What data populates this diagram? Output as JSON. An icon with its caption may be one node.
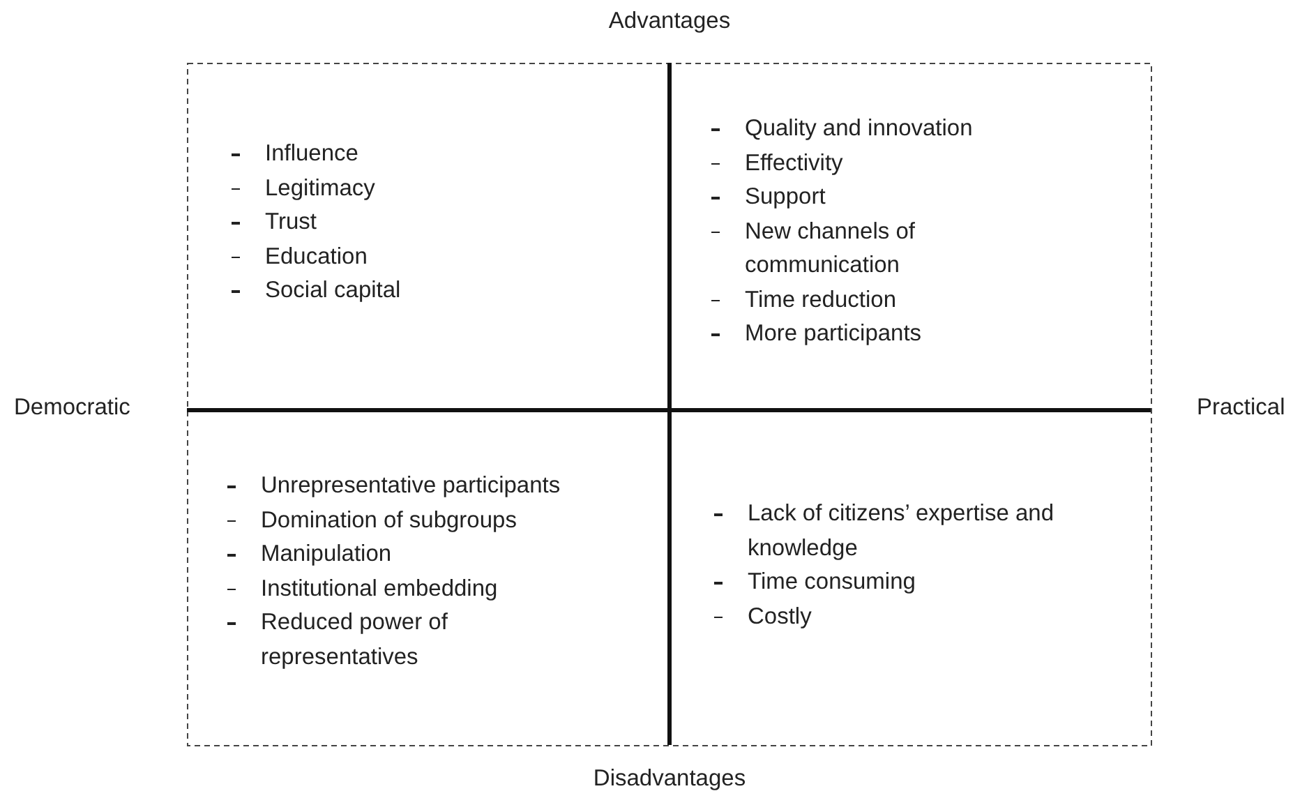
{
  "diagram": {
    "nodes": [
      {
        "text": [
          "Influence",
          "Legitimacy",
          "Trust",
          "Education",
          "Social capital"
        ]
      },
      {
        "text": [
          "Quality and innovation",
          "Effectivity",
          "Support",
          "New channels of communication",
          "Time reduction",
          "More participants"
        ]
      },
      {
        "text": [
          "Unrepresentative participants",
          "Domination of subgroups",
          "Manipulation",
          "Institutional embedding",
          "Reduced power of representatives"
        ]
      },
      {
        "text": [
          "Lack of citizens’ expertise and knowledge",
          "Time consuming",
          "Costly"
        ]
      }
    ],
    "labels": [
      "Advantages",
      "Democratic",
      "Practical",
      "Disadvantages"
    ]
  }
}
